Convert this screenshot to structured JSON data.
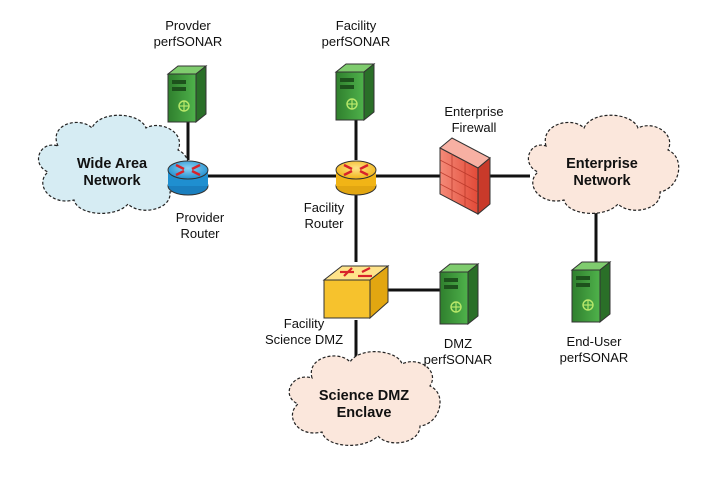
{
  "labels": {
    "provider_perfsonar": [
      "Provder",
      "perfSONAR"
    ],
    "facility_perfsonar": [
      "Facility",
      "perfSONAR"
    ],
    "enterprise_firewall": [
      "Enterprise",
      "Firewall"
    ],
    "provider_router": [
      "Provider",
      "Router"
    ],
    "facility_router": [
      "Facility",
      "Router"
    ],
    "facility_science_dmz": [
      "Facility",
      "Science DMZ"
    ],
    "dmz_perfsonar": [
      "DMZ",
      "perfSONAR"
    ],
    "enduser_perfsonar": [
      "End-User",
      "perfSONAR"
    ]
  },
  "clouds": {
    "wide_area": [
      "Wide Area",
      "Network"
    ],
    "enterprise": [
      "Enterprise",
      "Network"
    ],
    "science_dmz": [
      "Science DMZ",
      "Enclave"
    ]
  },
  "colors": {
    "wan_cloud": "#d6ecf3",
    "enterprise_cloud": "#fbe7dc",
    "dmz_cloud": "#fbe7dc",
    "server_green": "#3d9a3a",
    "provider_router": "#29a6e0",
    "facility_router": "#f6c22d",
    "dmz_switch": "#f6c22d",
    "firewall": "#e9574a"
  }
}
